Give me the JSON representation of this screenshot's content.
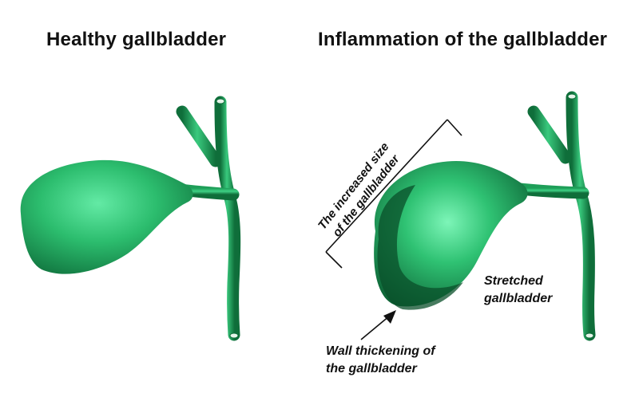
{
  "titles": {
    "healthy": "Healthy gallbladder",
    "inflamed": "Inflammation of the gallbladder"
  },
  "annotations": {
    "increased_size": [
      "The increased size",
      "of the gallbladder"
    ],
    "stretched": [
      "Stretched",
      "gallbladder"
    ],
    "wall_thickening": [
      "Wall thickening of",
      "the gallbladder"
    ]
  },
  "colors": {
    "organ_base": "#1c9a55",
    "organ_highlight": "#6ff2ae",
    "organ_shadow": "#0b5a30",
    "duct": "#22a05a",
    "label_text": "#111111",
    "background": "#ffffff"
  }
}
